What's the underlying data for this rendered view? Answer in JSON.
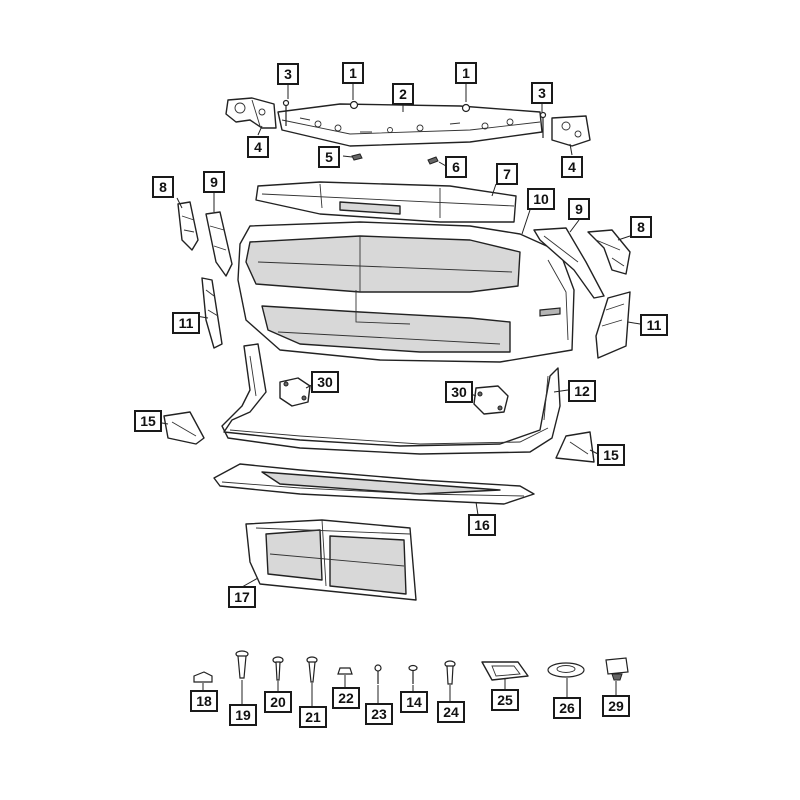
{
  "callouts": {
    "c1a": "1",
    "c1b": "1",
    "c2": "2",
    "c3a": "3",
    "c3b": "3",
    "c4a": "4",
    "c4b": "4",
    "c5": "5",
    "c6": "6",
    "c7": "7",
    "c8a": "8",
    "c8b": "8",
    "c9a": "9",
    "c9b": "9",
    "c10": "10",
    "c11a": "11",
    "c11b": "11",
    "c12": "12",
    "c15a": "15",
    "c15b": "15",
    "c16": "16",
    "c17": "17",
    "c18": "18",
    "c19": "19",
    "c20": "20",
    "c21": "21",
    "c22": "22",
    "c23": "23",
    "c14": "14",
    "c24": "24",
    "c25": "25",
    "c26": "26",
    "c29": "29",
    "c30a": "30",
    "c30b": "30"
  }
}
